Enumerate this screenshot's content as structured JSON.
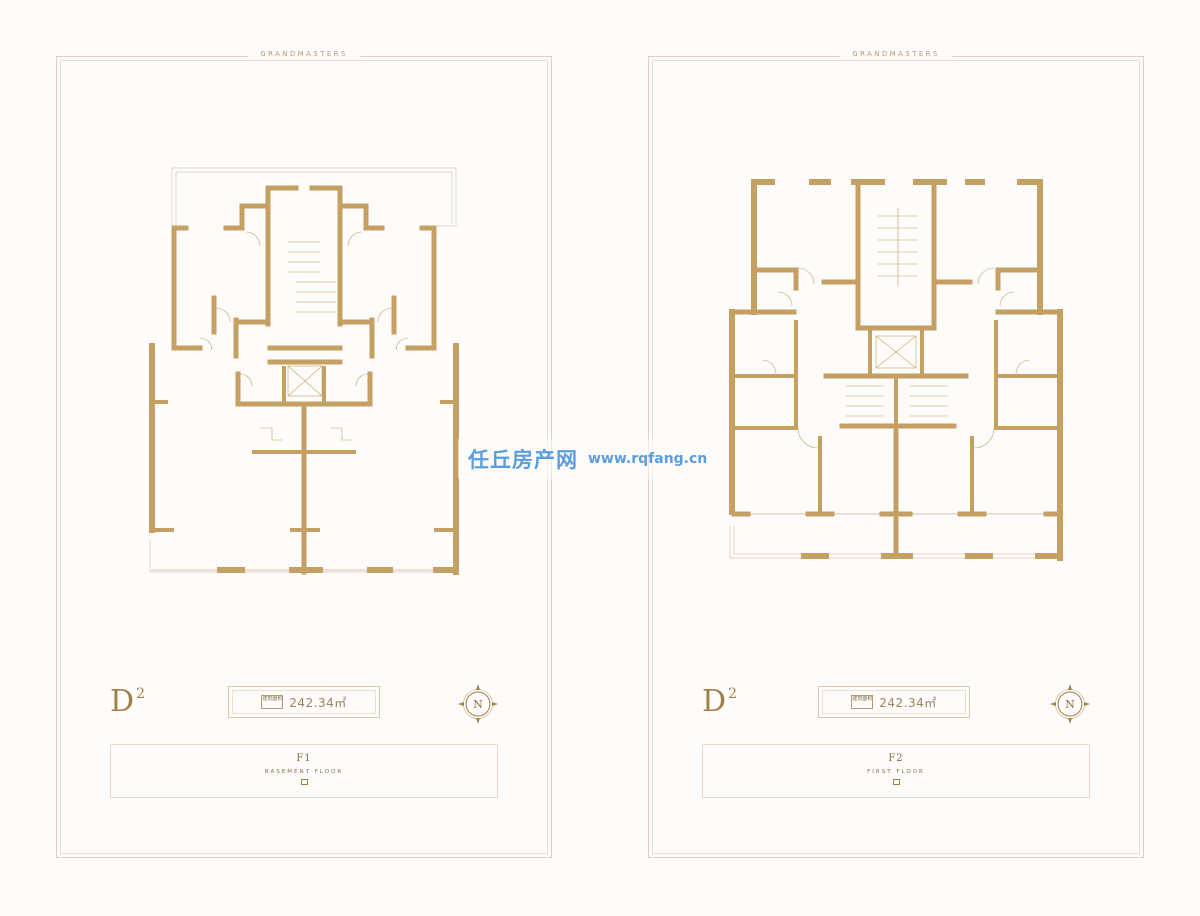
{
  "panels": [
    {
      "brand": "GRANDMASTERS",
      "unit_code": "D",
      "unit_code_sup": "2",
      "area_badge": "建筑面积",
      "area_value": "242.34㎡",
      "compass_label": "N",
      "floor_code": "F1",
      "floor_name": "BASEMENT FLOOR"
    },
    {
      "brand": "GRANDMASTERS",
      "unit_code": "D",
      "unit_code_sup": "2",
      "area_badge": "建筑面积",
      "area_value": "242.34㎡",
      "compass_label": "N",
      "floor_code": "F2",
      "floor_name": "FIRST FLOOR"
    }
  ],
  "watermark": {
    "site_name": "任丘房产网",
    "url": "www.rqfang.cn"
  },
  "colors": {
    "wall": "#c4a062",
    "frame": "#e0cdc4",
    "watermark": "#5b9ee0",
    "text": "#8a6d44"
  }
}
